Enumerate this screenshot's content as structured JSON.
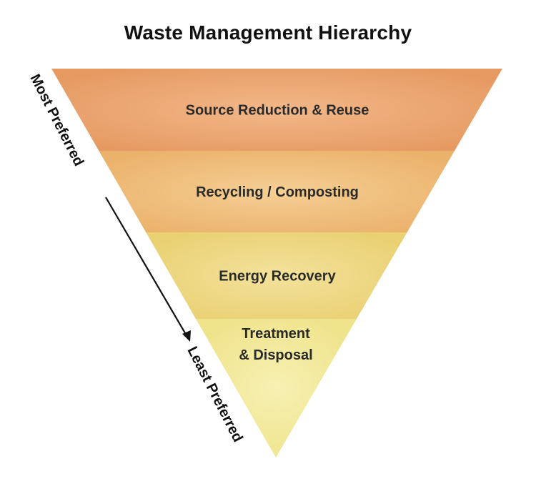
{
  "title": "Waste Management Hierarchy",
  "tiers": [
    {
      "label_lines": [
        "Source Reduction & Reuse"
      ],
      "color_edge": "#e69a62",
      "color_center": "#f2b889"
    },
    {
      "label_lines": [
        "Recycling / Composting"
      ],
      "color_edge": "#ebb26c",
      "color_center": "#f5cf94"
    },
    {
      "label_lines": [
        "Energy Recovery"
      ],
      "color_edge": "#e9d072",
      "color_center": "#f3e29c"
    },
    {
      "label_lines": [
        "Treatment",
        "& Disposal"
      ],
      "color_edge": "#eee38a",
      "color_center": "#f7f0b2"
    }
  ],
  "axis": {
    "most_label": "Most Preferred",
    "least_label": "Least Preferred",
    "arrow_color": "#111111"
  }
}
